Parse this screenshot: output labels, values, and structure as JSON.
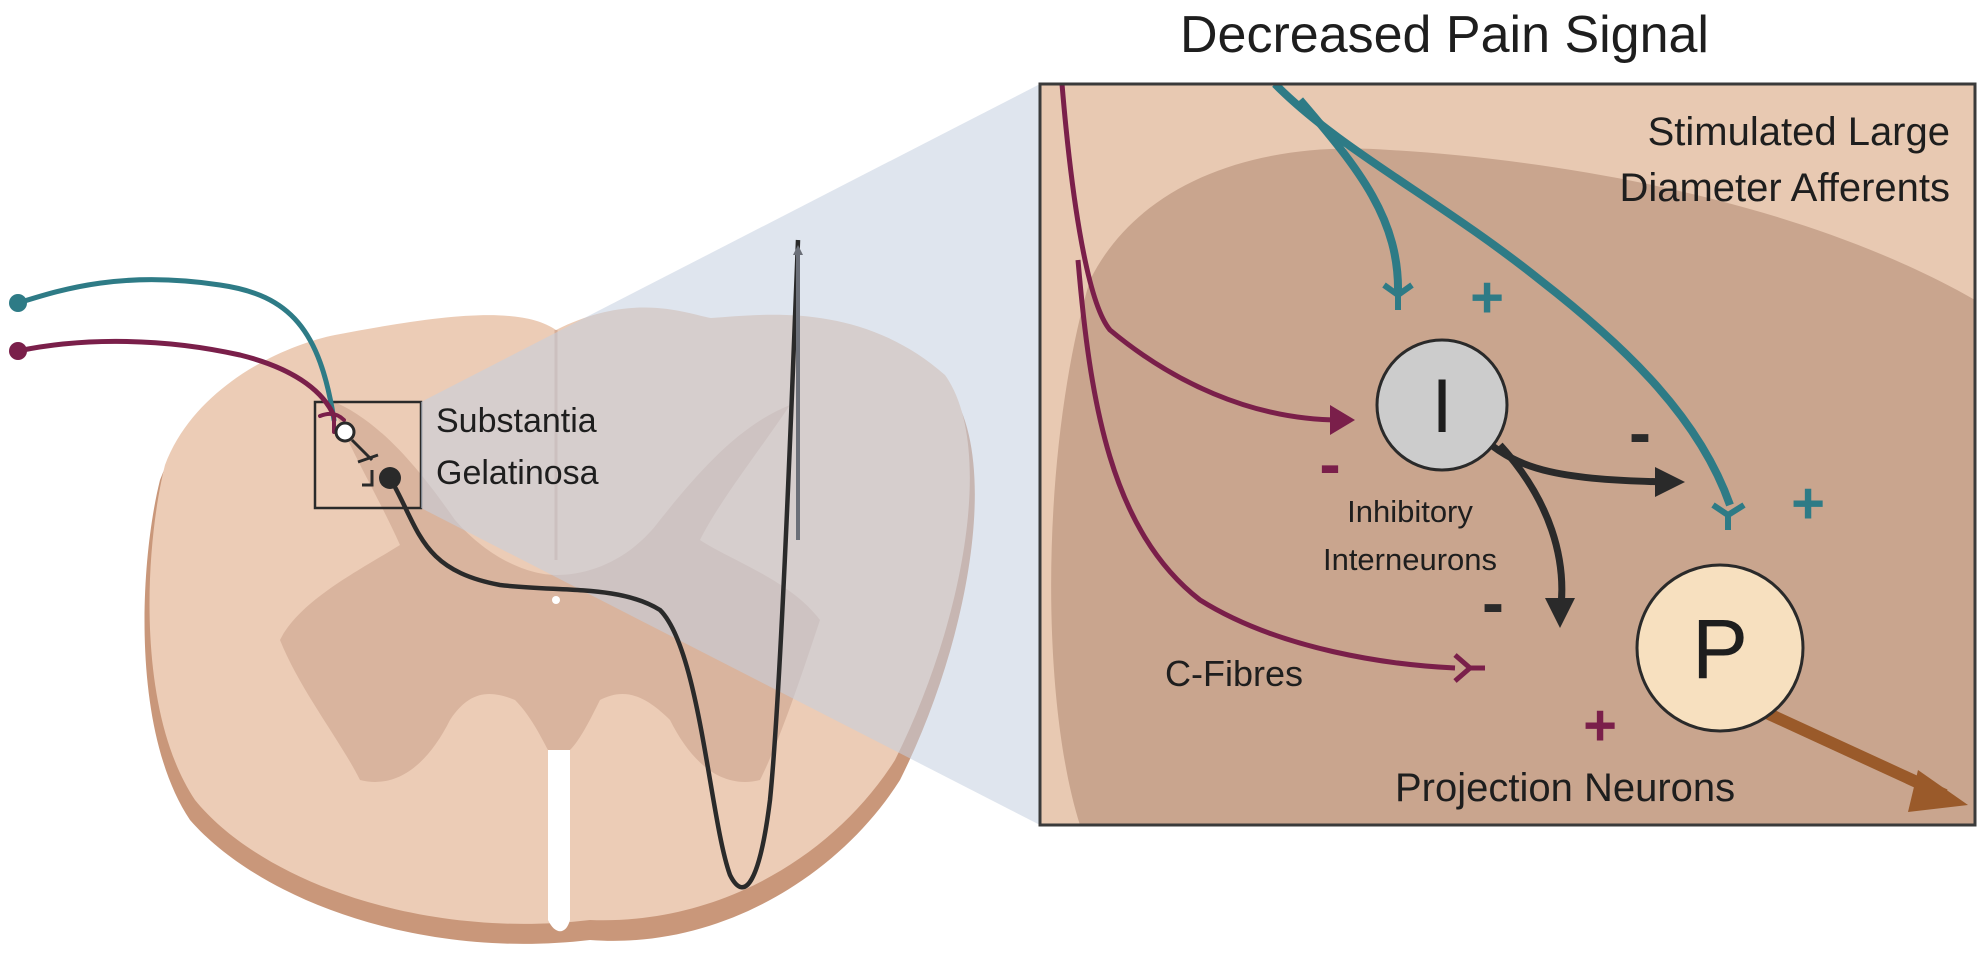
{
  "title": "Decreased Pain Signal",
  "colors": {
    "large_afferent": "#2e7b86",
    "c_fibre": "#7a1f4a",
    "interneuron_axon": "#2a2a2a",
    "projection_axon": "#9a5a2a",
    "cord_white_matter": "#ecccb6",
    "cord_grey_matter": "#d9b49e",
    "cord_edge": "#c9977a",
    "inset_outer": "#e8c9b2",
    "inset_band": "#c9a58e",
    "zoom_wedge": "#c4cfe0",
    "ascending_arrow": "#6b6f78",
    "interneuron_fill": "#cccccc",
    "projection_fill": "#f7e0bf"
  },
  "cord_section": {
    "label_line1": "Substantia",
    "label_line2": "Gelatinosa"
  },
  "inset": {
    "afferents_label_line1": "Stimulated Large",
    "afferents_label_line2": "Diameter Afferents",
    "interneuron_letter": "I",
    "interneuron_label_line1": "Inhibitory",
    "interneuron_label_line2": "Interneurons",
    "projection_letter": "P",
    "projection_label": "Projection Neurons",
    "c_fibre_label": "C-Fibres",
    "signs": {
      "afferent_to_interneuron": "+",
      "afferent_to_projection": "+",
      "c_fibre_to_interneuron": "-",
      "c_fibre_to_projection": "+",
      "interneuron_to_afferent_terminal": "-",
      "interneuron_to_c_fibre_terminal": "-"
    }
  }
}
